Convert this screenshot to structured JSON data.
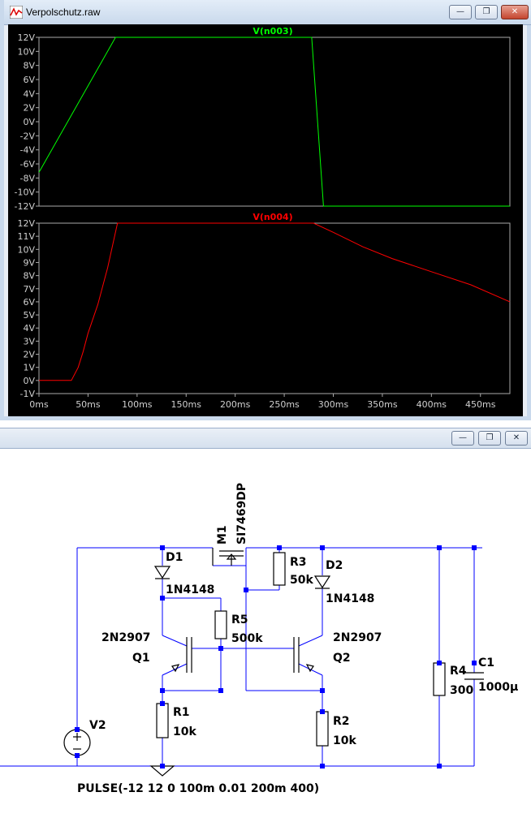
{
  "window": {
    "title": "Verpolschutz.raw",
    "minimize_label": "—",
    "maximize_label": "❐",
    "close_label": "✕"
  },
  "schematic_window": {
    "minimize_label": "—",
    "maximize_label": "❐",
    "close_label": "✕"
  },
  "chart_data": [
    {
      "type": "line",
      "title": "V(n003)",
      "color": "#00ff00",
      "x": [
        0,
        78,
        278,
        290,
        480
      ],
      "y": [
        -7.2,
        12,
        12,
        -12,
        -12
      ],
      "xlim": [
        0,
        480
      ],
      "ylim": [
        -12,
        12
      ],
      "yticks": [
        "12V",
        "10V",
        "8V",
        "6V",
        "4V",
        "2V",
        "0V",
        "-2V",
        "-4V",
        "-6V",
        "-8V",
        "-10V",
        "-12V"
      ],
      "ytick_values": [
        12,
        10,
        8,
        6,
        4,
        2,
        0,
        -2,
        -4,
        -6,
        -8,
        -10,
        -12
      ],
      "grid": false
    },
    {
      "type": "line",
      "title": "V(n004)",
      "color": "#ff0000",
      "x": [
        0,
        33,
        40,
        45,
        50,
        60,
        70,
        80,
        280,
        300,
        330,
        360,
        400,
        440,
        480
      ],
      "y": [
        0,
        0,
        1,
        2.2,
        3.6,
        5.8,
        8.6,
        12,
        12,
        11.3,
        10.2,
        9.3,
        8.3,
        7.3,
        6.0
      ],
      "xlim": [
        0,
        480
      ],
      "ylim": [
        -1,
        12
      ],
      "yticks": [
        "12V",
        "11V",
        "10V",
        "9V",
        "8V",
        "7V",
        "6V",
        "5V",
        "4V",
        "3V",
        "2V",
        "1V",
        "0V",
        "-1V"
      ],
      "ytick_values": [
        12,
        11,
        10,
        9,
        8,
        7,
        6,
        5,
        4,
        3,
        2,
        1,
        0,
        -1
      ],
      "xticks": [
        "0ms",
        "50ms",
        "100ms",
        "150ms",
        "200ms",
        "250ms",
        "300ms",
        "350ms",
        "400ms",
        "450ms"
      ],
      "xtick_values": [
        0,
        50,
        100,
        150,
        200,
        250,
        300,
        350,
        400,
        450
      ],
      "grid": false
    }
  ],
  "schematic": {
    "labels": {
      "m1": "M1",
      "m1_model": "SI7469DP",
      "d1": "D1",
      "d1_model": "1N4148",
      "d2": "D2",
      "d2_model": "1N4148",
      "r3": "R3",
      "r3_value": "50k",
      "r5": "R5",
      "r5_value": "500k",
      "q1": "Q1",
      "q1_model": "2N2907",
      "q2": "Q2",
      "q2_model": "2N2907",
      "r1": "R1",
      "r1_value": "10k",
      "r2": "R2",
      "r2_value": "10k",
      "r4": "R4",
      "r4_value": "300",
      "c1": "C1",
      "c1_value": "1000µ",
      "v2": "V2",
      "v2_source": "PULSE(-12 12 0 100m 0.01 200m 400)"
    }
  }
}
